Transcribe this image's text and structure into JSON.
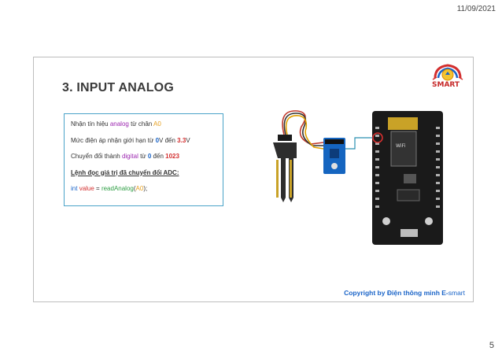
{
  "header": {
    "date": "11/09/2021"
  },
  "footer": {
    "page_number": "5"
  },
  "slide": {
    "title": "3. INPUT ANALOG",
    "logo_text": "SMART",
    "info": {
      "line1": {
        "prefix": "Nhận tín hiệu ",
        "highlight": "analog",
        "middle": " từ chân ",
        "pin": "A0"
      },
      "line2": {
        "prefix": "Mức điện áp nhận giới hạn từ ",
        "min": "0",
        "unit1": "V",
        "middle": " đến ",
        "max": "3.3",
        "unit2": "V"
      },
      "line3": {
        "prefix": "Chuyển đổi thành ",
        "highlight": "digital",
        "middle": " từ ",
        "min": "0",
        "to": " đến ",
        "max": "1023"
      },
      "line4": "Lệnh đọc giá trị đã chuyển đổi ADC:",
      "code": {
        "kw": "int",
        "var": "value",
        "eq": " = ",
        "fn": "readAnalog",
        "open": "(",
        "arg": "A0",
        "close": ");"
      }
    },
    "copyright": {
      "prefix": "Copyright by Điện thông minh E-",
      "suffix": "smart"
    }
  },
  "colors": {
    "accent": "#1a64c8",
    "box_border": "#4aa3c8",
    "wire": "#2a8fb0"
  }
}
